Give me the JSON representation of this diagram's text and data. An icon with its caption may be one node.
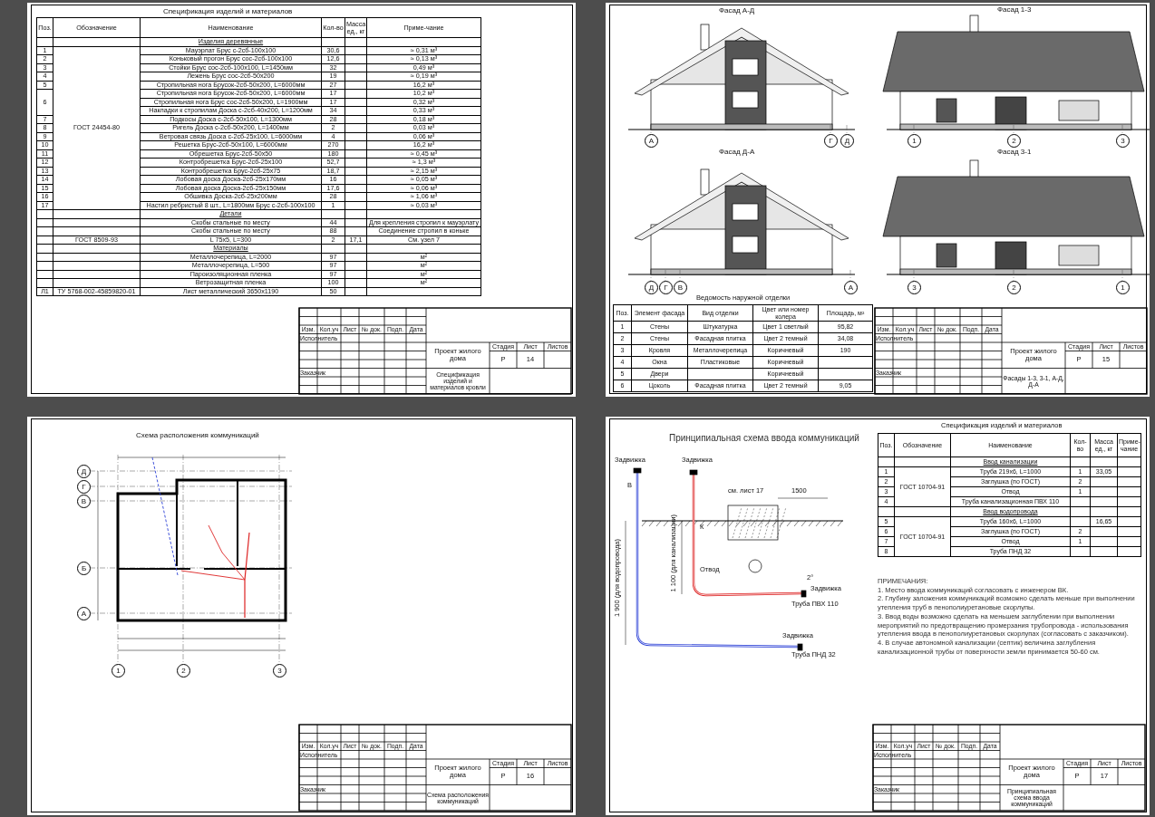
{
  "diagram": {
    "labels": [
      "Спецификация изделий и материалов",
      "Поз.",
      "Обозначение",
      "Наименование",
      "Кол-во",
      "Масса ед., кг",
      "Приме-чание",
      "Изделия деревянные",
      "1",
      "ГОСТ 24454-80",
      "Мауэрлат Брус с-2сб-100х100",
      "30,6",
      "≈ 0,31 м³",
      "2",
      "Коньковый прогон Брус сос-2сб-100х100",
      "12,6",
      "≈ 0,13 м³",
      "3",
      "Стойки Брус сос-2сб-100х100, L=1450мм",
      "32",
      "0,49 м³",
      "4",
      "Лежень Брус сос-2сб-50х200",
      "19",
      "≈ 0,19 м³",
      "5",
      "Стропильная нога Брусок-2сб-50х200, L=6000мм",
      "27",
      "16,2 м³",
      "6",
      "Стропильная нога Брусок-2сб-50х200, L=6000мм",
      "17",
      "10,2 м³",
      "Стропильная нога Брус сос-2сб-50х200, L=1900мм",
      "17",
      "0,32 м³",
      "Накладки к стропилам Доска с-2сб-40х200, L=1200мм",
      "34",
      "0,33 м³",
      "7",
      "Подкосы Доска с-2сб-50х100, L=1300мм",
      "28",
      "0,18 м³",
      "8",
      "Ригель Доска с-2сб-50х200, L=1400мм",
      "2",
      "0,03 м³",
      "9",
      "Ветровая связь Доска с-2сб-25х100, L=6000мм",
      "4",
      "0,06 м³",
      "10",
      "Решетка Брус-2сб-50х100, L=6000мм",
      "270",
      "16,2 м³",
      "11",
      "Обрешетка Брус-2сб-50х50",
      "180",
      "≈ 0,45 м³",
      "12",
      "Контробрешетка Брус-2сб-25х100",
      "52,7",
      "≈ 1,3 м³",
      "13",
      "Контробрешетка Брус-2сб-25х75",
      "18,7",
      "≈ 2,15 м³",
      "14",
      "Лобовая доска Доска-2сб-25х170мм",
      "16",
      "≈ 0,05 м³",
      "15",
      "Лобовая доска Доска-2сб-25х150мм",
      "17,6",
      "≈ 0,06 м³",
      "16",
      "Обшивка Доска-2сб-25х200мм",
      "28",
      "≈ 1,06 м³",
      "17",
      "Настил ребристый 8 шт., L=1800мм Брус с-2сб-100х100",
      "1",
      "≈ 0,03 м³",
      "Детали",
      "Скобы стальные по месту",
      "44",
      "Для крепления стропил к мауэрлату",
      "Скобы стальные по месту",
      "88",
      "Соединение стропил в коньке",
      "ГОСТ 8509-93",
      "L 75х5, L=300",
      "2",
      "17,1",
      "См. узел 7",
      "Материалы",
      "Металлочерепица, L=2000",
      "97",
      "м²",
      "Металлочерепица, L=500",
      "97",
      "м²",
      "Пароизоляционная пленка",
      "97",
      "м²",
      "Ветрозащитная пленка",
      "100",
      "м²",
      "Л1",
      "ТУ 5768-002-45859820-01",
      "Лист металлический 3650х1190",
      "50",
      "Изм.",
      "Кол.уч",
      "Лист",
      "№ док.",
      "Подп.",
      "Дата",
      "Исполнитель",
      "Заказчик",
      "Проект жилого дома",
      "Стадия",
      "Лист",
      "Листов",
      "Р",
      "14",
      "Спецификация изделий и материалов кровли",
      "Фасад А-Д",
      "А",
      "Г",
      "Д",
      "Фасад 1-3",
      "1",
      "2",
      "3",
      "Фасад Д-А",
      "Д",
      "Г",
      "В",
      "А",
      "Фасад 3-1",
      "3",
      "2",
      "1",
      "Ведомость наружной отделки",
      "Поз.",
      "Элемент фасада",
      "Вид отделки",
      "Цвет или номер колера",
      "Площадь, м²",
      "1",
      "Стены",
      "Штукатурка",
      "Цвет 1 светлый",
      "95,82",
      "2",
      "Стены",
      "Фасадная плитка",
      "Цвет 2 темный",
      "34,08",
      "3",
      "Кровля",
      "Металлочерепица",
      "Коричневый",
      "190",
      "4",
      "Окна",
      "Пластиковые",
      "Коричневый",
      "5",
      "Двери",
      "Коричневый",
      "6",
      "Цоколь",
      "Фасадная плитка",
      "Цвет 2 темный",
      "9,05",
      "Изм.",
      "Кол.уч",
      "Лист",
      "№ док.",
      "Подп.",
      "Дата",
      "Исполнитель",
      "Заказчик",
      "Проект жилого дома",
      "Стадия",
      "Лист",
      "Листов",
      "Р",
      "15",
      "Фасады 1-3, 3-1, А-Д, Д-А",
      "Схема расположения коммуникаций",
      "Д",
      "Г",
      "В",
      "Б",
      "А",
      "1",
      "2",
      "3",
      "Изм.",
      "Кол.уч",
      "Лист",
      "№ док.",
      "Подп.",
      "Дата",
      "Исполнитель",
      "Заказчик",
      "Проект жилого дома",
      "Стадия",
      "Лист",
      "Листов",
      "Р",
      "16",
      "Схема расположения коммуникаций",
      "Принципиальная схема ввода коммуникаций",
      "Задвижка",
      "Задвижка",
      "В",
      "К",
      "см. лист 17",
      "1500",
      "Отвод",
      "1 900 (для водопровода)",
      "1 100 (для канализации)",
      "2°",
      "Задвижка",
      "Труба ПВХ 110",
      "Задвижка",
      "Труба ПНД 32",
      "Спецификация изделий и материалов",
      "Поз.",
      "Обозначение",
      "Наименование",
      "Кол-во",
      "Масса ед., кг",
      "Приме-чание",
      "Ввод канализации",
      "1",
      "ГОСТ 10704-91",
      "Труба 219х6, L=1000",
      "1",
      "33,05",
      "2",
      "Заглушка (по ГОСТ)",
      "2",
      "3",
      "Отвод",
      "1",
      "4",
      "Труба канализационная ПВХ 110",
      "Ввод водопровода",
      "5",
      "ГОСТ 10704-91",
      "Труба 160х6, L=1000",
      "16,65",
      "6",
      "Заглушка (по ГОСТ)",
      "2",
      "7",
      "Отвод",
      "1",
      "8",
      "Труба ПНД 32",
      "ПРИМЕЧАНИЯ:",
      "1. Место ввода коммуникаций согласовать с инженером ВК.",
      "2. Глубину заложения коммуникаций возможно сделать меньше при выполнении утепления труб в пенополиуретановые скорлупы.",
      "3. Ввод воды возможно сделать на меньшем заглублении при выполнении мероприятий по предотвращению промерзания трубопровода - использования утепления ввода в пенополиуретановых скорлупах (согласовать с заказчиком).",
      "4. В случае автономной канализации (септик) величина заглубления канализационной трубы от поверхности земли принимается 50-60 см.",
      "Изм.",
      "Кол.уч",
      "Лист",
      "№ док.",
      "Подп.",
      "Дата",
      "Исполнитель",
      "Заказчик",
      "Проект жилого дома",
      "Стадия",
      "Лист",
      "Листов",
      "Р",
      "17",
      "Принципиальная схема ввода коммуникаций"
    ]
  }
}
